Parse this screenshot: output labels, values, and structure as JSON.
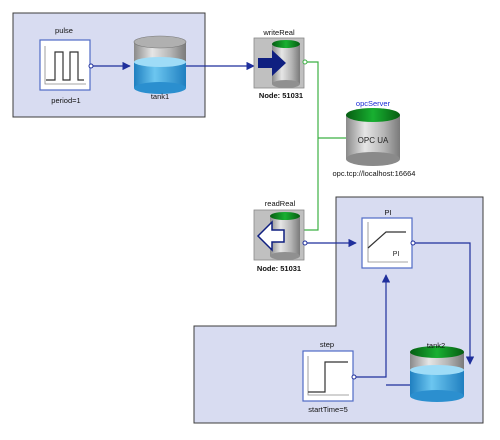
{
  "blocks": {
    "pulse": {
      "name": "pulse",
      "param": "period=1"
    },
    "tank1": {
      "name": "tank1"
    },
    "writeReal": {
      "name": "writeReal",
      "node": "Node: 51031"
    },
    "opcServer": {
      "name": "opcServer",
      "inner": "OPC UA",
      "address": "opc.tcp://localhost:16664"
    },
    "readReal": {
      "name": "readReal",
      "node": "Node: 51031"
    },
    "pi": {
      "name": "PI",
      "inner": "PI"
    },
    "step": {
      "name": "step",
      "param": "startTime=5"
    },
    "tank2": {
      "name": "tank2"
    }
  },
  "colors": {
    "group_fill": "#d8dcf1",
    "group_border": "#3c3c3c",
    "signal_line": "#1f2f9c",
    "opc_line": "#3cb043",
    "tank_water": "#3ea6dd",
    "tank_top": "#0a8a1e",
    "server_title": "#1a2bd6"
  }
}
